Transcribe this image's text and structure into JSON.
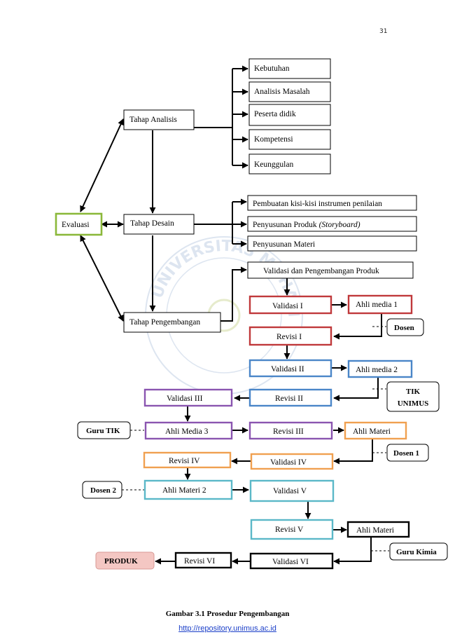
{
  "page_number": "31",
  "colors": {
    "green": "#8bb83a",
    "red": "#c0393b",
    "blue": "#4a86c8",
    "purple": "#8a55b0",
    "orange": "#f0a050",
    "teal": "#5bb8c8",
    "black": "#000000",
    "produk_fill": "#f4c7c3",
    "watermark": "#9fb6d6",
    "link": "#1a3ec8"
  },
  "watermark": {
    "text": "UNIVERSITAS MUHAMMADIYAH SEMARANG"
  },
  "nodes": {
    "evaluasi": "Evaluasi",
    "tahap_analisis": "Tahap Analisis",
    "tahap_desain": "Tahap Desain",
    "tahap_pengembangan": "Tahap Pengembangan",
    "kebutuhan": "Kebutuhan",
    "analisis_masalah": "Analisis Masalah",
    "peserta_didik": "Peserta didik",
    "kompetensi": "Kompetensi",
    "keunggulan": "Keunggulan",
    "pembuatan_kisi": "Pembuatan kisi-kisi instrumen penilaian",
    "penyusunan_produk": "Penyusunan Produk ",
    "penyusunan_produk_italic": "(Storyboard)",
    "penyusunan_materi": "Penyusunan Materi",
    "validasi_pengembangan": "Validasi dan Pengembangan Produk",
    "validasi_1": "Validasi I",
    "ahli_media_1": "Ahli media 1",
    "dosen": "Dosen",
    "revisi_1": "Revisi I",
    "validasi_2": "Validasi II",
    "ahli_media_2": "Ahli media 2",
    "tik_unimus_1": "TIK",
    "tik_unimus_2": "UNIMUS",
    "validasi_3": "Validasi III",
    "revisi_2": "Revisi II",
    "guru_tik": "Guru TIK",
    "ahli_media_3": "Ahli Media 3",
    "revisi_3": "Revisi III",
    "ahli_materi_1": "Ahli Materi",
    "dosen_1": "Dosen 1",
    "revisi_4": "Revisi IV",
    "validasi_4": "Validasi IV",
    "dosen_2": "Dosen 2",
    "ahli_materi_2": "Ahli Materi 2",
    "validasi_5": "Validasi V",
    "revisi_5": "Revisi  V",
    "ahli_materi_3": "Ahli Materi",
    "guru_kimia": "Guru Kimia",
    "produk": "PRODUK",
    "revisi_6": "Revisi VI",
    "validasi_6": "Validasi VI"
  },
  "caption": "Gambar 3.1 Prosedur Pengembangan",
  "footer_url": "http://repository.unimus.ac.id"
}
